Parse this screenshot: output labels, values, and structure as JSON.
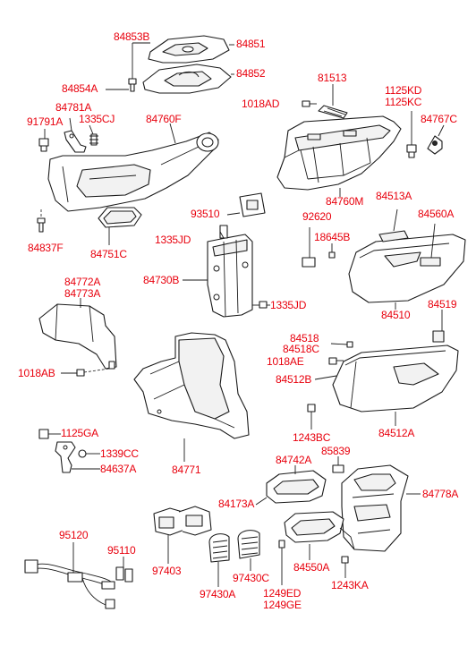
{
  "labels": {
    "l84853B": "84853B",
    "l84851": "84851",
    "l84852": "84852",
    "l84854A": "84854A",
    "l81513": "81513",
    "l1125KD": "1125KD",
    "l1125KC": "1125KC",
    "l1018AD_top": "1018AD",
    "l84781A": "84781A",
    "l91791A": "91791A",
    "l1335CJ": "1335CJ",
    "l84760F": "84760F",
    "l84767C": "84767C",
    "l84760M": "84760M",
    "l84513A": "84513A",
    "l93510": "93510",
    "l92620": "92620",
    "l84560A": "84560A",
    "l18645B": "18645B",
    "l84837F": "84837F",
    "l84751C": "84751C",
    "l1335JD_top": "1335JD",
    "l84730B": "84730B",
    "l1335JD_bot": "1335JD",
    "l84510": "84510",
    "l84772A": "84772A",
    "l84773A": "84773A",
    "l84519": "84519",
    "l84518": "84518",
    "l84518C": "84518C",
    "l1018AE": "1018AE",
    "l1018AB": "1018AB",
    "l84512B": "84512B",
    "l1243BC": "1243BC",
    "l84512A": "84512A",
    "l1125GA": "1125GA",
    "l1339CC": "1339CC",
    "l84637A": "84637A",
    "l84771": "84771",
    "l85839": "85839",
    "l84742A": "84742A",
    "l84173A": "84173A",
    "l84778A": "84778A",
    "l95120": "95120",
    "l95110": "95110",
    "l97403": "97403",
    "l97430C": "97430C",
    "l84550A": "84550A",
    "l97430A": "97430A",
    "l1249ED": "1249ED",
    "l1249GE": "1249GE",
    "l1243KA": "1243KA"
  },
  "colors": {
    "label": "#e8000d",
    "line": "#1a1a1a",
    "background": "#ffffff"
  }
}
